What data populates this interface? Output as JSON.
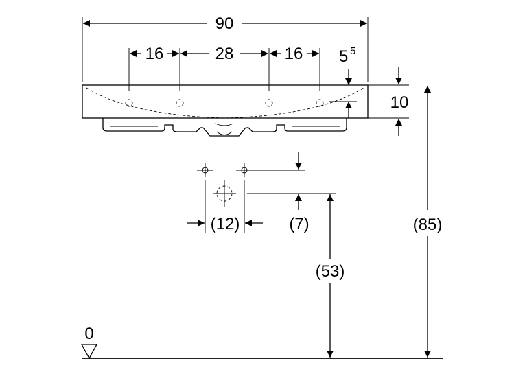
{
  "dimensions": {
    "overall_width": "90",
    "hole_spacing_left": "16",
    "hole_spacing_middle": "28",
    "hole_spacing_right": "16",
    "edge_offset_base": "5",
    "edge_offset_sup": "5",
    "rim_height": "10",
    "total_height": "(85)",
    "supply_spacing": "(12)",
    "supply_offset": "(7)",
    "waste_height": "(53)",
    "floor_level": "0"
  }
}
